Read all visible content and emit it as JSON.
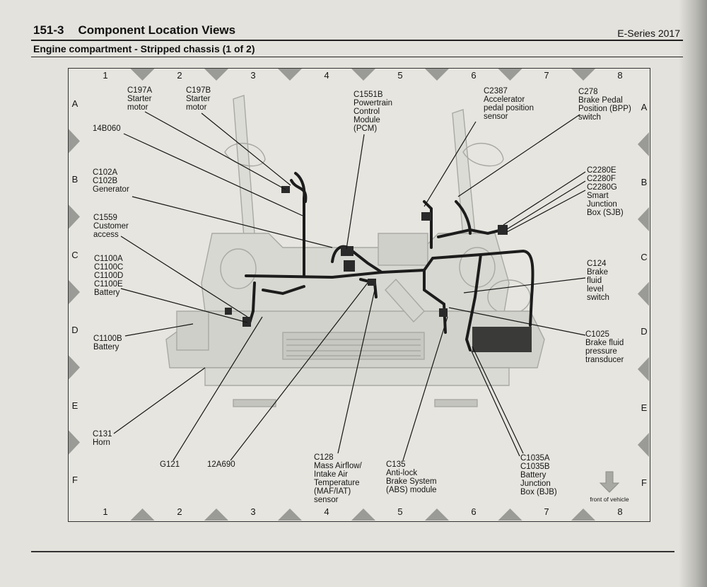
{
  "header": {
    "section_number": "151-3",
    "section_title": "Component Location Views",
    "series": "E-Series 2017",
    "subtitle": "Engine compartment - Stripped chassis (1 of 2)"
  },
  "grid": {
    "columns": [
      "1",
      "2",
      "3",
      "4",
      "5",
      "6",
      "7",
      "8"
    ],
    "rows": [
      "A",
      "B",
      "C",
      "D",
      "E",
      "F"
    ]
  },
  "callouts": {
    "c197a": "C197A\nStarter\nmotor",
    "c197b": "C197B\nStarter\nmotor",
    "c1551b": "C1551B\nPowertrain\nControl\nModule\n(PCM)",
    "c2387": "C2387\nAccelerator\npedal position\nsensor",
    "c278": "C278\nBrake Pedal\nPosition (BPP)\nswitch",
    "c14b060": "14B060",
    "c102": "C102A\nC102B\nGenerator",
    "c2280": "C2280E\nC2280F\nC2280G\nSmart\nJunction\nBox (SJB)",
    "c1559": "C1559\nCustomer\naccess",
    "c1100": "C1100A\nC1100C\nC1100D\nC1100E\nBattery",
    "c124": "C124\nBrake\nfluid\nlevel\nswitch",
    "c1100b": "C1100B\nBattery",
    "c1025": "C1025\nBrake fluid\npressure\ntransducer",
    "c131": "C131\nHorn",
    "g121": "G121",
    "a12a690": "12A690",
    "c128": "C128\nMass Airflow/\nIntake Air\nTemperature\n(MAF/IAT)\nsensor",
    "c135": "C135\nAnti-lock\nBrake System\n(ABS) module",
    "c1035": "C1035A\nC1035B\nBattery\nJunction\nBox (BJB)"
  },
  "front_of_vehicle": "front of vehicle"
}
